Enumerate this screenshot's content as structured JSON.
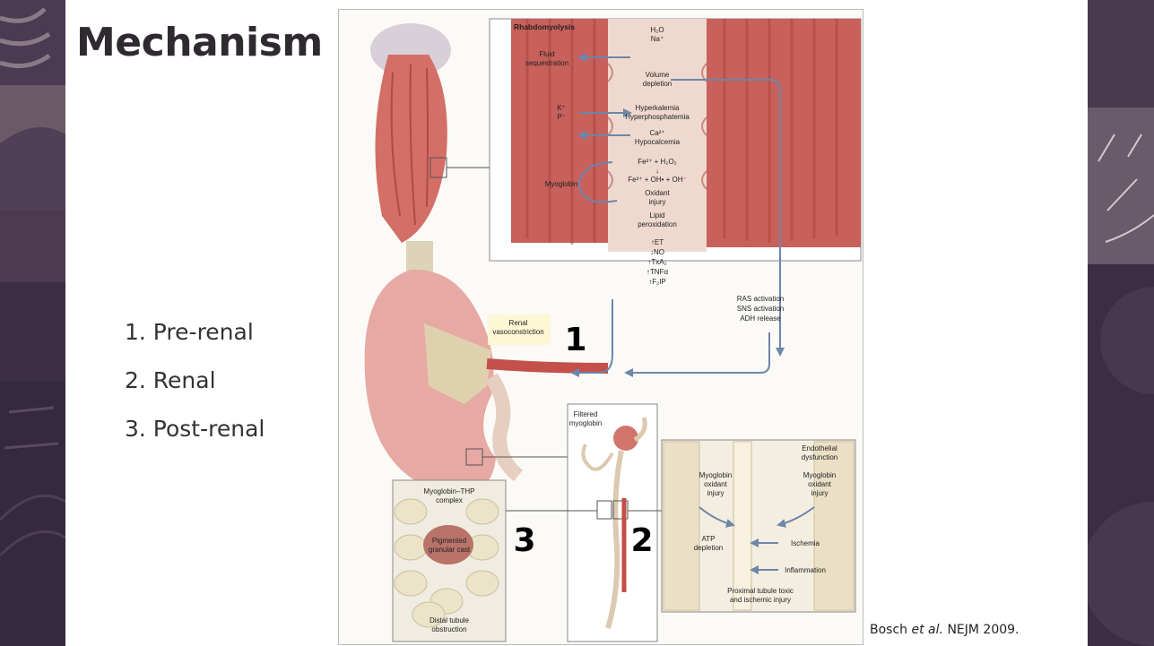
{
  "slide": {
    "title": "Mechanism",
    "list_items": [
      "1. Pre-renal",
      "2. Renal",
      "3. Post-renal"
    ],
    "citation": {
      "authors": "Bosch",
      "etal": "et al.",
      "source": "NEJM 2009."
    }
  },
  "figure": {
    "header": "Rhabdomyolysis",
    "fluid_sequestration": [
      "Fluid",
      "sequestration"
    ],
    "h2o": "H₂O",
    "na": "Na⁺",
    "volume_depletion": [
      "Volume",
      "depletion"
    ],
    "k": "K⁺",
    "p": "P⁻",
    "hyperkalemia": "Hyperkalemia",
    "hyperphosphatemia": "Hyperphosphatemia",
    "ca": "Ca²⁺",
    "hypocalcemia": "Hypocalcemia",
    "fenton_1": "Fe²⁺ + H₂O₂",
    "fenton_arrow": "↓",
    "fenton_2": "Fe³⁺ + OH• + OH⁻",
    "myoglobin": "Myoglobin",
    "oxidant_injury": [
      "Oxidant",
      "injury"
    ],
    "lipid_peroxidation": [
      "Lipid",
      "peroxidation"
    ],
    "mediators": [
      "↑ET",
      "↓NO",
      "↑TxA₂",
      "↑TNFα",
      "↑F₂IP"
    ],
    "ras_activation": "RAS activation",
    "sns_activation": "SNS activation",
    "adh_release": "ADH release",
    "renal_vasoconstriction": [
      "Renal",
      "vasoconstriction"
    ],
    "filtered_myoglobin": [
      "Filtered",
      "myoglobin"
    ],
    "box_left": {
      "complex": [
        "Myoglobin–THP",
        "complex"
      ],
      "cast": [
        "Pigmented",
        "granular cast"
      ],
      "obstruction": [
        "Distal tubule",
        "obstruction"
      ]
    },
    "box_right": {
      "endothelial": [
        "Endothelial",
        "dysfunction"
      ],
      "oxidant_left": [
        "Myoglobin",
        "oxidant",
        "injury"
      ],
      "oxidant_right": [
        "Myoglobin",
        "oxidant",
        "injury"
      ],
      "atp": [
        "ATP",
        "depletion"
      ],
      "ischemia": "Ischemia",
      "inflammation": "Inflammation",
      "toxic": [
        "Proximal tubule toxic",
        "and ischemic injury"
      ]
    },
    "marker_1": "1",
    "marker_2": "2",
    "marker_3": "3"
  }
}
